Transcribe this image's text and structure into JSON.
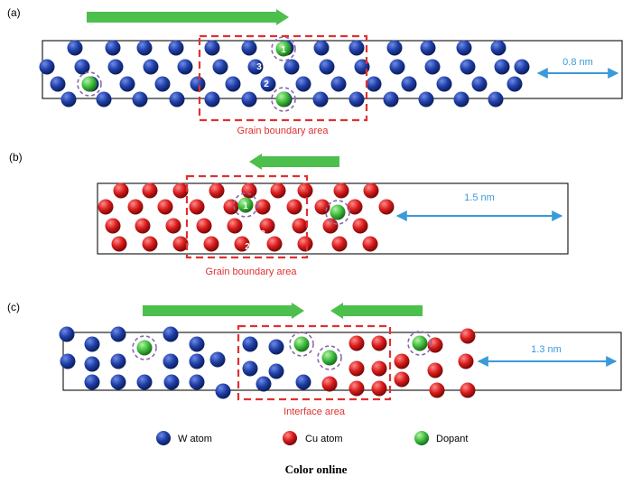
{
  "panels": [
    {
      "id": "a",
      "label": "(a)",
      "region_label": "Grain boundary area",
      "distance_label": "0.8 nm",
      "site_numbers": [
        "1",
        "2",
        "3"
      ]
    },
    {
      "id": "b",
      "label": "(b)",
      "region_label": "Grain boundary area",
      "distance_label": "1.5 nm",
      "site_numbers": [
        "1",
        "2",
        "3"
      ]
    },
    {
      "id": "c",
      "label": "(c)",
      "region_label": "Interface area",
      "distance_label": "1.3 nm"
    }
  ],
  "legend": [
    {
      "label": "W atom",
      "color": "#1f3fa8"
    },
    {
      "label": "Cu atom",
      "color": "#d91c1c"
    },
    {
      "label": "Dopant",
      "color": "#3fbf3f"
    }
  ],
  "colors": {
    "w_atom": "#1f3fa8",
    "cu_atom": "#d91c1c",
    "dopant": "#3fbf3f",
    "motion_arrow": "#4cbf4c",
    "dashed_region": "#e03030",
    "distance_arrow": "#3b9ad9",
    "dopant_ring": "#8a6aa8"
  },
  "footer": {
    "caption": "Color online"
  }
}
